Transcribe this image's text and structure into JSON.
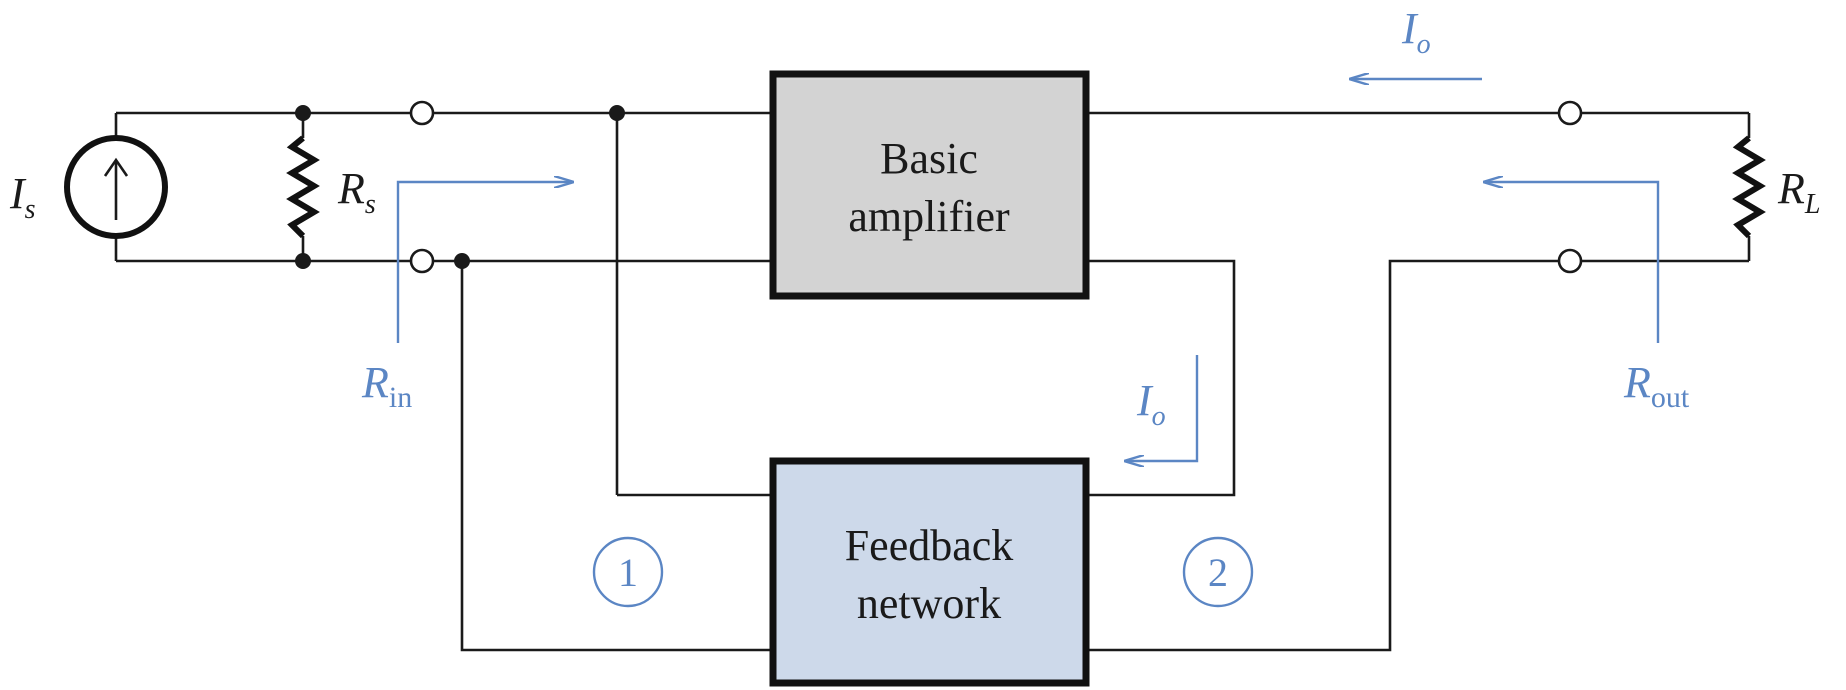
{
  "blocks": {
    "amplifier": {
      "line1": "Basic",
      "line2": "amplifier",
      "fill": "#d3d3d3"
    },
    "feedback": {
      "line1": "Feedback",
      "line2": "network",
      "fill": "#cdd9ea"
    }
  },
  "labels": {
    "source_current": {
      "main": "I",
      "sub": "s"
    },
    "source_resistor": {
      "main": "R",
      "sub": "s"
    },
    "load_resistor": {
      "main": "R",
      "sub": "L"
    },
    "input_resistance": {
      "main": "R",
      "sub": "in"
    },
    "output_resistance": {
      "main": "R",
      "sub": "out"
    },
    "output_current_top": {
      "main": "I",
      "sub": "o"
    },
    "output_current_feedback": {
      "main": "I",
      "sub": "o"
    }
  },
  "ports": {
    "port1": "1",
    "port2": "2"
  },
  "colors": {
    "wire": "#1a1a1a",
    "annotation": "#5b86c4",
    "amplifier_fill": "#d3d3d3",
    "feedback_fill": "#cdd9ea"
  }
}
